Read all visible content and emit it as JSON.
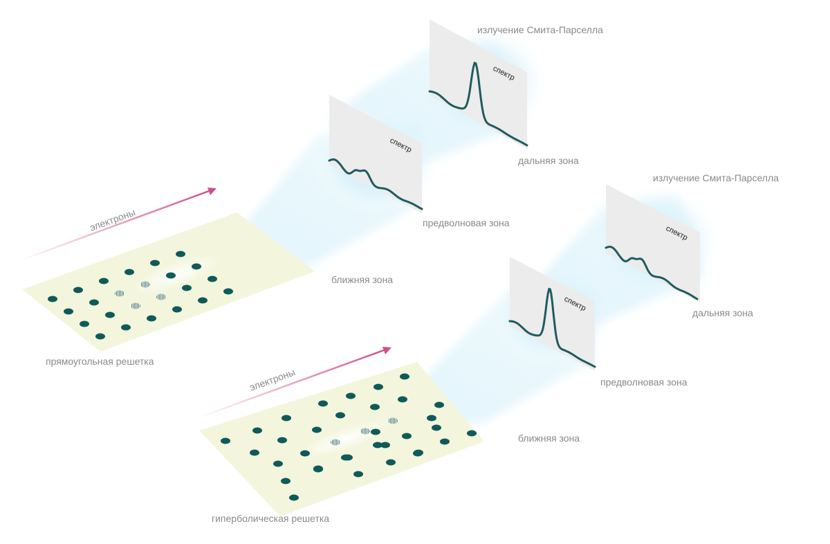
{
  "colors": {
    "lattice_fill": "#f3f6dc",
    "hole": "#0f5a5a",
    "arrow": "#cf4f8a",
    "panel": "#ececec",
    "curve": "#1e5b60",
    "glow": "#bfe8f7",
    "label": "#8a8a8a"
  },
  "top_scheme": {
    "electrons_label": "электроны",
    "lattice_label": "прямоугольная решетка",
    "near_zone_label": "ближняя зона",
    "prewave_zone_label": "предволновая зона",
    "far_zone_label": "дальняя зона",
    "radiation_label": "излучение Смита-Парселла",
    "spectrum_label_prewave": "спектр",
    "spectrum_label_far": "спектр"
  },
  "bottom_scheme": {
    "electrons_label": "электроны",
    "lattice_label": "гиперболическая решетка",
    "near_zone_label": "ближняя зона",
    "prewave_zone_label": "предволновая зона",
    "far_zone_label": "дальняя зона",
    "radiation_label": "излучение Смита-Парселла",
    "spectrum_label_prewave": "спектр",
    "spectrum_label_far": "спектр"
  }
}
